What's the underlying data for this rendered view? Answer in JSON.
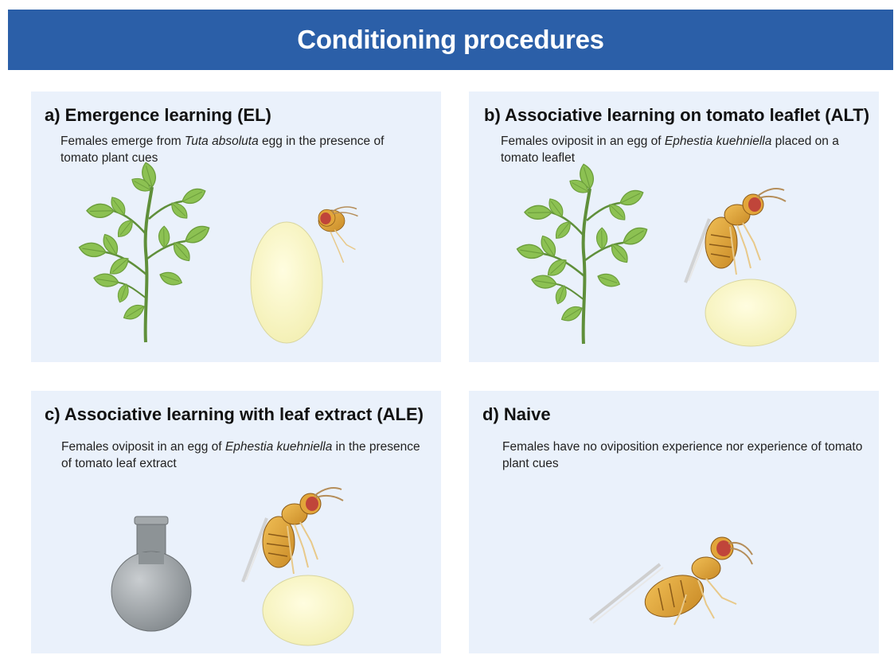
{
  "header": {
    "title": "Conditioning procedures"
  },
  "panels": [
    {
      "title": "a) Emergence learning (EL)",
      "desc_pre": "Females emerge from ",
      "desc_species": "Tuta absoluta",
      "desc_post": " egg in the presence of tomato plant cues"
    },
    {
      "title": "b) Associative learning on tomato leaflet (ALT)",
      "desc_pre": "Females oviposit in an egg of ",
      "desc_species": "Ephestia kuehniella",
      "desc_post": " placed on a tomato leaflet"
    },
    {
      "title": "c) Associative learning with leaf extract (ALE)",
      "desc_pre": "Females oviposit in an egg of ",
      "desc_species": "Ephestia kuehniella",
      "desc_post": " in the presence of tomato leaf extract"
    },
    {
      "title": "d) Naive",
      "desc_pre": "Females have no oviposition experience nor experience of tomato plant cues",
      "desc_species": "",
      "desc_post": ""
    }
  ],
  "colors": {
    "banner": "#2b5fa8",
    "panel_bg": "#eaf1fb",
    "leaf": "#8cc152",
    "stem": "#5f8f3a",
    "egg": "#fbf8c8",
    "wasp_body": "#e2a53a",
    "wasp_eye": "#c0453a",
    "flask": "#9aa0a4"
  }
}
